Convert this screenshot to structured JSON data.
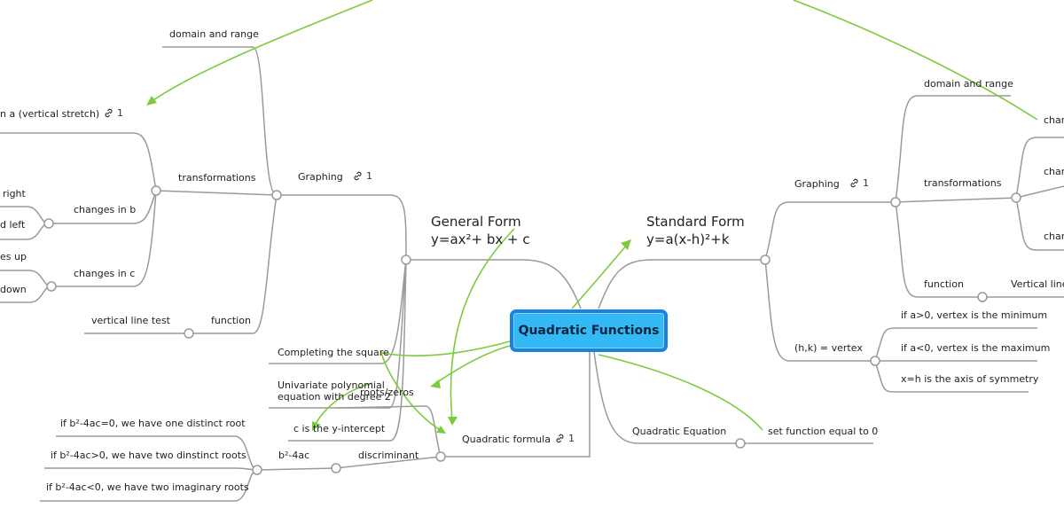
{
  "central": "Quadratic Functions",
  "general": {
    "title": "General Form",
    "equation": "y=ax²+ bx + c",
    "graphing": "Graphing",
    "graphing_links": "1",
    "domain_range": "domain and range",
    "transformations": "transformations",
    "changes_a": "n a (vertical stretch)",
    "changes_a_links": "1",
    "changes_b": "changes in b",
    "b_right": "right",
    "b_left": "d left",
    "changes_c": "changes in c",
    "c_up": "es up",
    "c_down": "down",
    "function": "function",
    "vertical_line_test": "vertical line test",
    "completing_square": "Completing the square",
    "univariate": "Univariate polynomial\nequation with degree 2",
    "roots": "roots/zeros",
    "y_intercept": "c is the y-intercept"
  },
  "standard": {
    "title": "Standard Form",
    "equation": "y=a(x-h)²+k",
    "graphing": "Graphing",
    "graphing_links": "1",
    "domain_range": "domain and range",
    "transformations": "transformations",
    "chan1": "chan",
    "chan2": "chan",
    "chan3": "chan",
    "function": "function",
    "vertical_line": "Vertical line",
    "vertex": "(h,k) = vertex",
    "vertex_min": "if a>0, vertex is the minimum",
    "vertex_max": "if a<0, vertex is the maximum",
    "axis_symmetry": "x=h is the axis of symmetry"
  },
  "quadratic_formula": {
    "label": "Quadratic formula",
    "links": "1",
    "discriminant": "discriminant",
    "b2_4ac": "b²-4ac",
    "eq0": "if b²-4ac=0, we have one distinct root",
    "gt0": "if b²-4ac>0, we have two dinstinct roots",
    "lt0": "if b²-4ac<0, we have two imaginary roots"
  },
  "quadratic_equation": {
    "label": "Quadratic Equation",
    "set_equal": "set function equal to 0"
  },
  "colors": {
    "line": "#9a9a9a",
    "arrow": "#7ccb3e",
    "central_fill": "#35b9f5",
    "central_border": "#1a83e0"
  }
}
